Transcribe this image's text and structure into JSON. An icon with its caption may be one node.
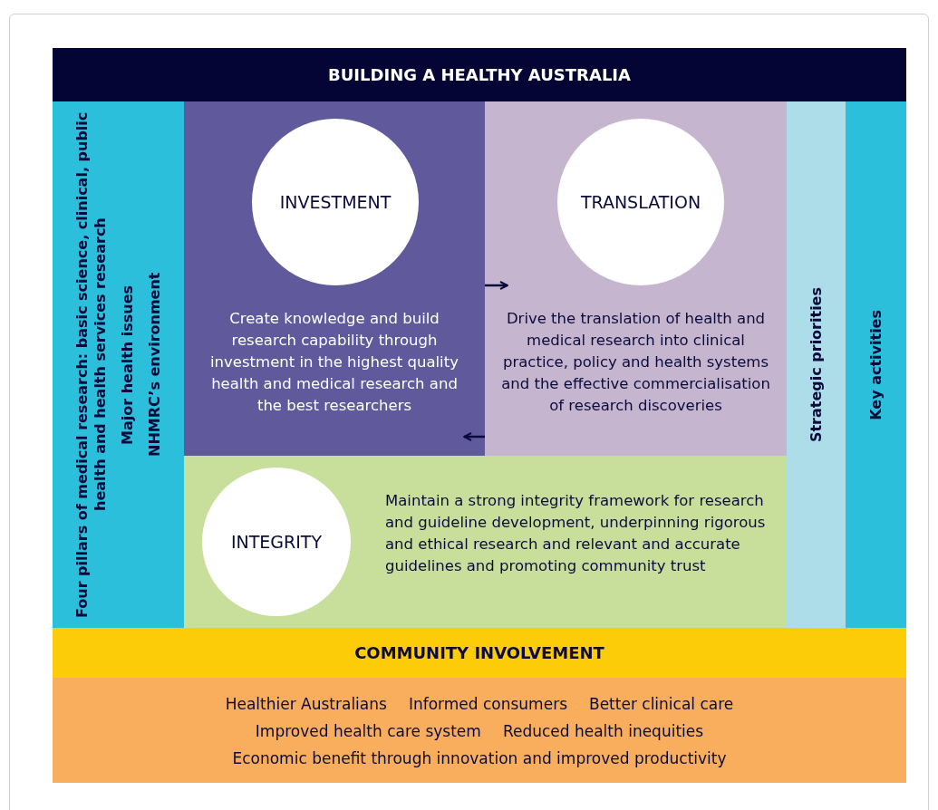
{
  "diagram": {
    "nodes": [
      {
        "text": [
          "BUILDING A HEALTHY AUSTRALIA"
        ]
      },
      {
        "text": [
          "Four pillars of medical research: basic science, clinical, public health and health services research",
          "Major health issues",
          "NHMRC’s environment"
        ]
      },
      {
        "text": [
          "Create knowledge and build research capability through investment in the highest quality health and medical research and the best researchers"
        ]
      },
      {
        "text": [
          "INVESTMENT"
        ],
        "in": 2
      },
      {
        "text": [
          "Drive the translation of health and medical research into clinical practice, policy and health systems and the effective commercialisation of research discoveries"
        ]
      },
      {
        "text": [
          "TRANSLATION"
        ],
        "in": 4
      },
      {
        "text": [
          "Maintain a strong integrity framework for research and guideline development, underpinning rigorous and ethical research and relevant and accurate guidelines and promoting community trust"
        ]
      },
      {
        "text": [
          "INTEGRITY"
        ],
        "in": 6
      },
      {
        "text": [
          "Strategic priorities"
        ]
      },
      {
        "text": [
          "Key activities"
        ]
      },
      {
        "text": [
          "COMMUNITY INVOLVEMENT"
        ]
      },
      {
        "text": [
          "Healthier Australians",
          "Informed consumers",
          "Better clinical care",
          "Improved health care system",
          "Reduced health inequities",
          "Economic benefit through innovation and improved productivity"
        ]
      }
    ],
    "edges": [
      {
        "from": 2,
        "to": 4,
        "arrow": "to"
      },
      {
        "from": 4,
        "to": 2,
        "arrow": "to"
      }
    ]
  }
}
